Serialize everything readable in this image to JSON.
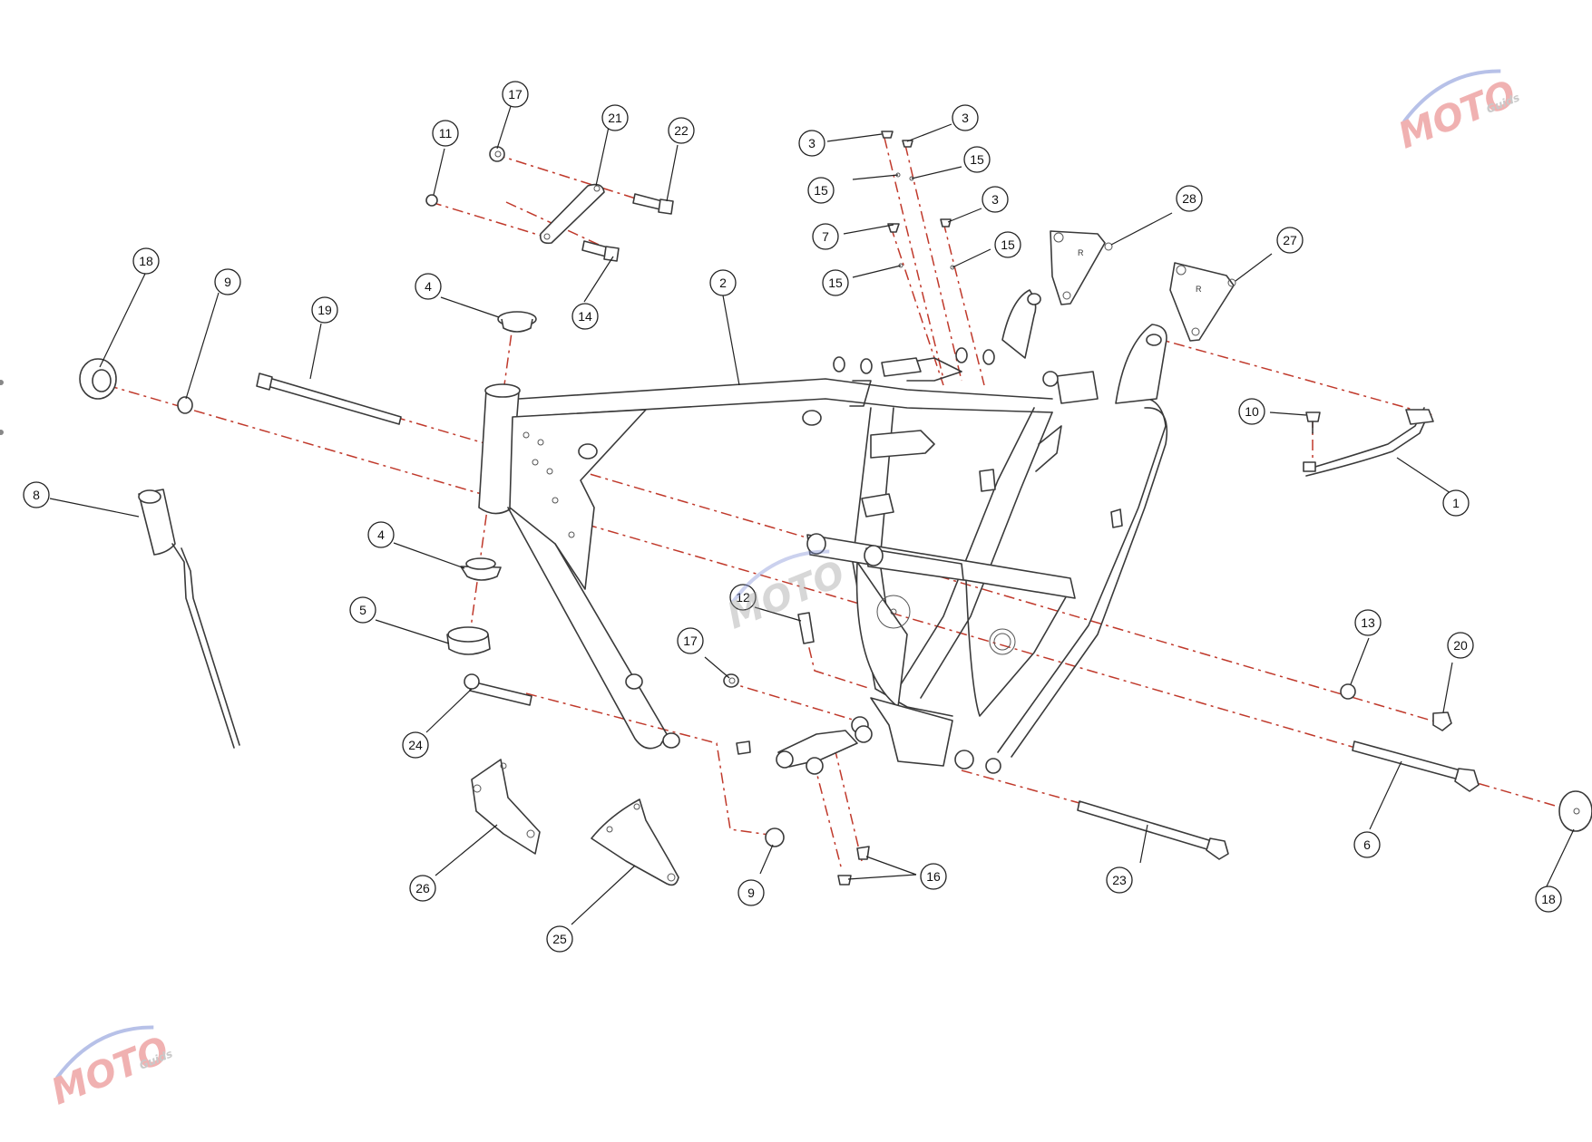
{
  "colors": {
    "line": "#3a3a3a",
    "axis_dash": "#c0392b",
    "callout_stroke": "#222222",
    "watermark_red": "#e57373",
    "watermark_blue": "#7e8fd6",
    "watermark_gray": "#9e9e9e"
  },
  "watermark": {
    "brand": "MOTO",
    "tagline": "Guids"
  },
  "callouts": [
    {
      "id": "c1",
      "label": "1"
    },
    {
      "id": "c2",
      "label": "2"
    },
    {
      "id": "c3a",
      "label": "3"
    },
    {
      "id": "c3b",
      "label": "3"
    },
    {
      "id": "c3c",
      "label": "3"
    },
    {
      "id": "c4a",
      "label": "4"
    },
    {
      "id": "c4b",
      "label": "4"
    },
    {
      "id": "c5",
      "label": "5"
    },
    {
      "id": "c6",
      "label": "6"
    },
    {
      "id": "c7",
      "label": "7"
    },
    {
      "id": "c8",
      "label": "8"
    },
    {
      "id": "c9a",
      "label": "9"
    },
    {
      "id": "c9b",
      "label": "9"
    },
    {
      "id": "c10",
      "label": "10"
    },
    {
      "id": "c11",
      "label": "11"
    },
    {
      "id": "c12",
      "label": "12"
    },
    {
      "id": "c13",
      "label": "13"
    },
    {
      "id": "c14",
      "label": "14"
    },
    {
      "id": "c15a",
      "label": "15"
    },
    {
      "id": "c15b",
      "label": "15"
    },
    {
      "id": "c15c",
      "label": "15"
    },
    {
      "id": "c15d",
      "label": "15"
    },
    {
      "id": "c16",
      "label": "16"
    },
    {
      "id": "c17a",
      "label": "17"
    },
    {
      "id": "c17b",
      "label": "17"
    },
    {
      "id": "c18a",
      "label": "18"
    },
    {
      "id": "c18b",
      "label": "18"
    },
    {
      "id": "c19",
      "label": "19"
    },
    {
      "id": "c20",
      "label": "20"
    },
    {
      "id": "c21",
      "label": "21"
    },
    {
      "id": "c22",
      "label": "22"
    },
    {
      "id": "c23",
      "label": "23"
    },
    {
      "id": "c24",
      "label": "24"
    },
    {
      "id": "c25",
      "label": "25"
    },
    {
      "id": "c26",
      "label": "26"
    },
    {
      "id": "c27",
      "label": "27"
    },
    {
      "id": "c28",
      "label": "28"
    }
  ],
  "plate_marks": {
    "right_plate": "R",
    "left_plate": "R"
  }
}
